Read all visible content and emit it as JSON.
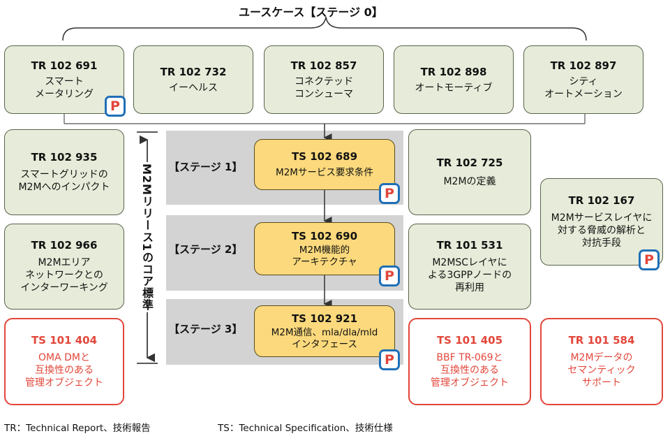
{
  "title": "ユースケース【ステージ 0】",
  "use_cases": [
    {
      "code": "TR 102 691",
      "desc": "スマート\nメータリング",
      "badge": "P"
    },
    {
      "code": "TR 102 732",
      "desc": "イーヘルス"
    },
    {
      "code": "TR 102 857",
      "desc": "コネクテッド\nコンシューマ"
    },
    {
      "code": "TR 102 898",
      "desc": "オートモーティブ"
    },
    {
      "code": "TR 102 897",
      "desc": "シティ\nオートメーション"
    }
  ],
  "left_column": [
    {
      "code": "TR 102 935",
      "desc": "スマートグリッドの\nM2Mへのインパクト"
    },
    {
      "code": "TR 102 966",
      "desc": "M2Mエリア\nネットワークとの\nインターワーキング"
    },
    {
      "code": "TS 101 404",
      "desc": "OMA DMと\n互換性のある\n管理オブジェクト"
    }
  ],
  "stages": [
    {
      "label": "【ステージ 1】",
      "code": "TS 102 689",
      "desc": "M2Mサービス要求条件",
      "badge": "P"
    },
    {
      "label": "【ステージ 2】",
      "code": "TS 102 690",
      "desc": "M2M機能的\nアーキテクチャ",
      "badge": "P"
    },
    {
      "label": "【ステージ 3】",
      "code": "TS 102 921",
      "desc": "M2M通信、mla/dla/mld\nインタフェース",
      "badge": "P"
    }
  ],
  "release_label": "M2Mリリース1のコア標準",
  "right_column": [
    {
      "code": "TR 102 725",
      "desc": "M2Mの定義"
    },
    {
      "code": "TR 101 531",
      "desc": "M2MSCレイヤに\nよる3GPPノードの\n再利用"
    },
    {
      "code": "TS 101 405",
      "desc": "BBF TR-069と\n互換性のある\n管理オブジェクト"
    }
  ],
  "far_right_column": [
    {
      "code": "TR 102 167",
      "desc": "M2Mサービスレイヤに\n対する脅威の解析と\n対抗手段",
      "badge": "P"
    },
    {
      "code": "TR 101 584",
      "desc": "M2Mデータの\nセマンティック\nサポート"
    }
  ],
  "legend": {
    "tr": "TR：Technical Report、技術報告",
    "ts": "TS：Technical Specification、技術仕様"
  },
  "colors": {
    "tr_fill": "#e6ecd9",
    "core_fill": "#fbd97c",
    "red_accent": "#e2463a",
    "badge_border": "#1f6fb7",
    "band": "#d3d3d3"
  }
}
